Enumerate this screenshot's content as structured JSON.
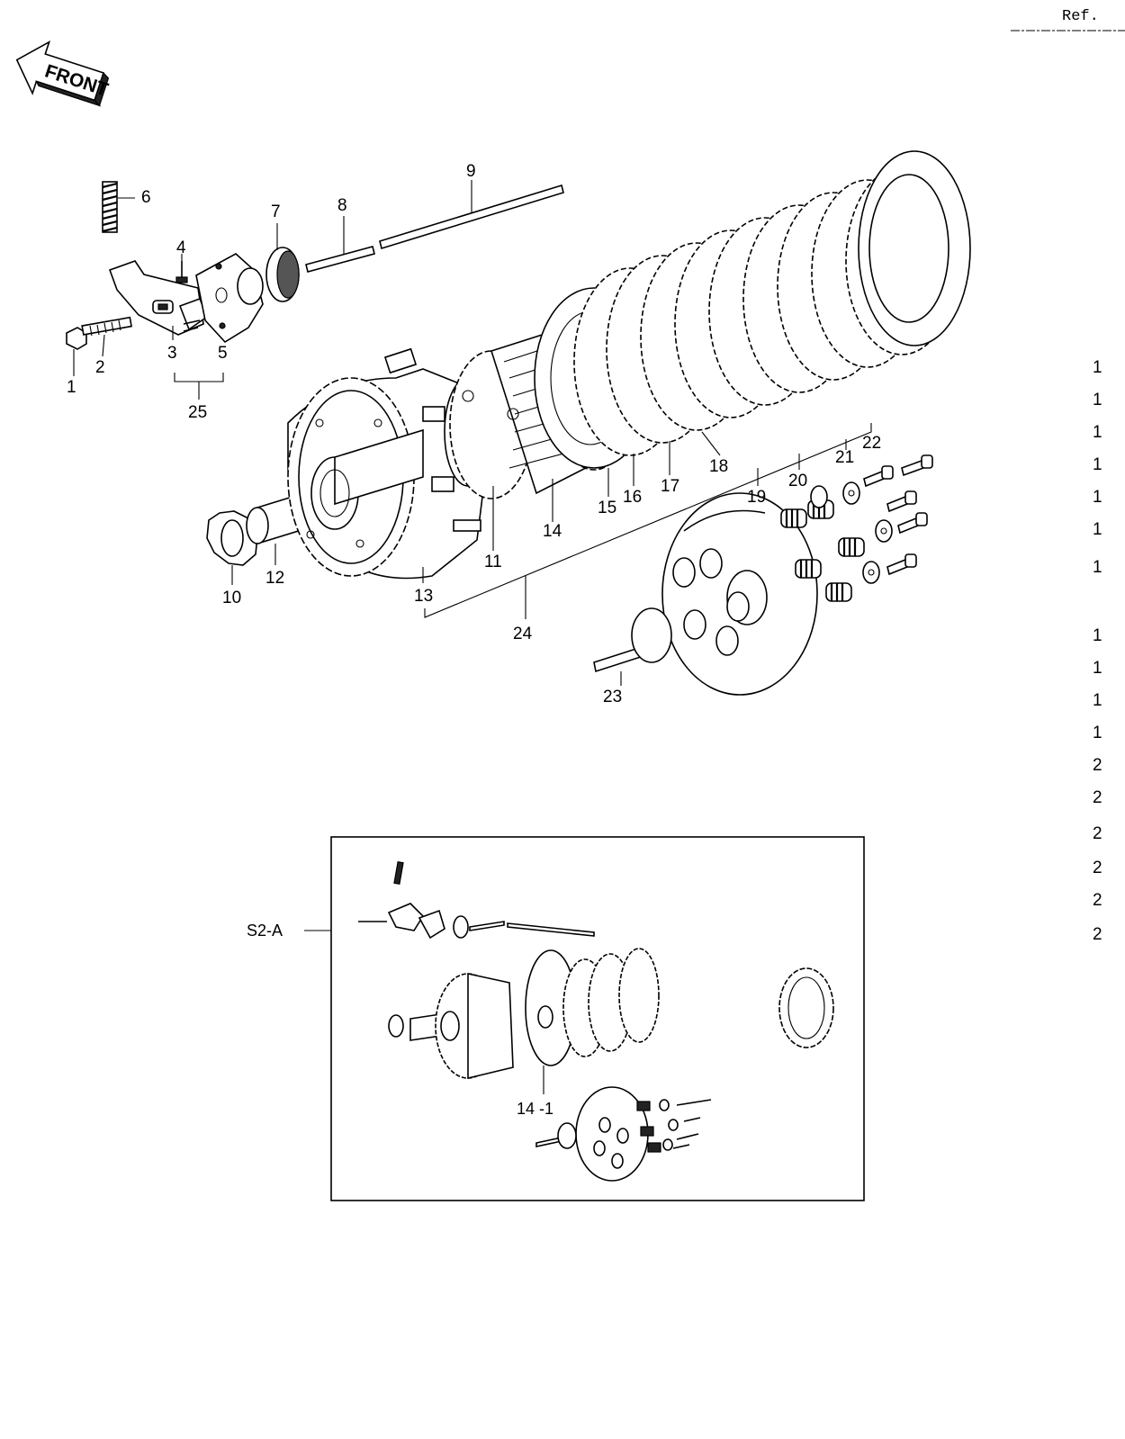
{
  "header": {
    "ref_text": "Ref."
  },
  "front_badge": {
    "label": "FRONT"
  },
  "callouts": [
    {
      "id": "c1",
      "text": "1"
    },
    {
      "id": "c2",
      "text": "2"
    },
    {
      "id": "c3",
      "text": "3"
    },
    {
      "id": "c4",
      "text": "4"
    },
    {
      "id": "c5",
      "text": "5"
    },
    {
      "id": "c6",
      "text": "6"
    },
    {
      "id": "c7",
      "text": "7"
    },
    {
      "id": "c8",
      "text": "8"
    },
    {
      "id": "c9",
      "text": "9"
    },
    {
      "id": "c10",
      "text": "10"
    },
    {
      "id": "c11",
      "text": "11"
    },
    {
      "id": "c12",
      "text": "12"
    },
    {
      "id": "c13",
      "text": "13"
    },
    {
      "id": "c14",
      "text": "14"
    },
    {
      "id": "c15",
      "text": "15"
    },
    {
      "id": "c16",
      "text": "16"
    },
    {
      "id": "c17",
      "text": "17"
    },
    {
      "id": "c18",
      "text": "18"
    },
    {
      "id": "c19",
      "text": "19"
    },
    {
      "id": "c20",
      "text": "20"
    },
    {
      "id": "c21",
      "text": "21"
    },
    {
      "id": "c22",
      "text": "22"
    },
    {
      "id": "c23",
      "text": "23"
    },
    {
      "id": "c24",
      "text": "24"
    },
    {
      "id": "c25",
      "text": "25"
    }
  ],
  "inset": {
    "label": "S2-A",
    "part_label": "14 -1"
  },
  "right_edge_digits": [
    "1",
    "1",
    "1",
    "1",
    "1",
    "1",
    "1",
    "1",
    "1",
    "1",
    "1",
    "2",
    "2",
    "2",
    "2",
    "2",
    "2"
  ],
  "colors": {
    "ink": "#000000",
    "paper": "#ffffff"
  }
}
